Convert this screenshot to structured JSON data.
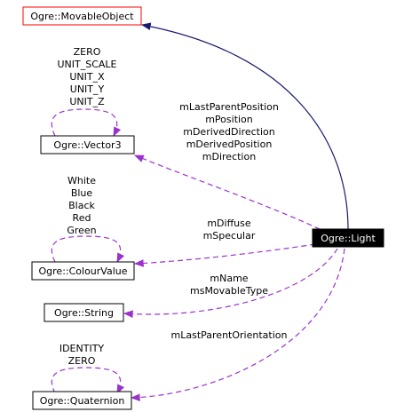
{
  "nodes": {
    "movable_object": "Ogre::MovableObject",
    "vector3": "Ogre::Vector3",
    "colour_value": "Ogre::ColourValue",
    "string": "Ogre::String",
    "quaternion": "Ogre::Quaternion",
    "light": "Ogre::Light"
  },
  "labels": {
    "vector3_self": [
      "ZERO",
      "UNIT_SCALE",
      "UNIT_X",
      "UNIT_Y",
      "UNIT_Z"
    ],
    "vector3_light": [
      "mLastParentPosition",
      "mPosition",
      "mDerivedDirection",
      "mDerivedPosition",
      "mDirection"
    ],
    "colour_self": [
      "White",
      "Blue",
      "Black",
      "Red",
      "Green"
    ],
    "colour_light": [
      "mDiffuse",
      "mSpecular"
    ],
    "string_light": [
      "mName",
      "msMovableType"
    ],
    "quaternion_light": [
      "mLastParentOrientation"
    ],
    "quaternion_self": [
      "IDENTITY",
      "ZERO"
    ]
  },
  "colors": {
    "inheritance_edge": "#191970",
    "usage_edge": "#9a32cd",
    "highlight_border": "#ff0000",
    "light_fill": "#000000"
  }
}
